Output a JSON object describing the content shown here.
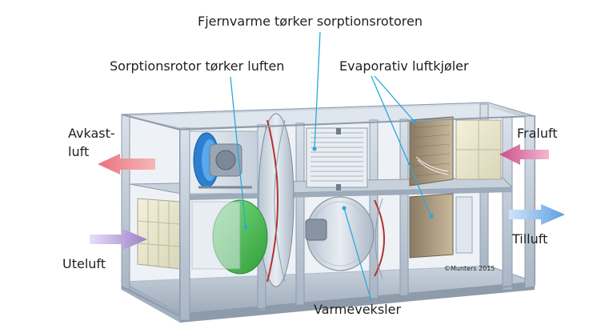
{
  "labels": {
    "district_heating": "Fjernvarme tørker sorptionsrotoren",
    "sorption_rotor": "Sorptionsrotor tørker luften",
    "evaporative_cooler": "Evaporativ luftkjøler",
    "exhaust_line1": "Avkast-",
    "exhaust_line2": "luft",
    "outdoor_air": "Uteluft",
    "return_air": "Fraluft",
    "supply_air": "Tilluft",
    "heat_exchanger": "Varmeveksler"
  },
  "copyright": "©Munters 2015",
  "colors": {
    "exhaust_arrow": "#e8727d",
    "outdoor_arrow": "#9b7fc4",
    "return_arrow": "#cc4f8a",
    "supply_arrow": "#5b9fe0",
    "leader_line": "#2aa8d8",
    "frame": "#9aa8b8",
    "green_filter": "#49c24f"
  }
}
